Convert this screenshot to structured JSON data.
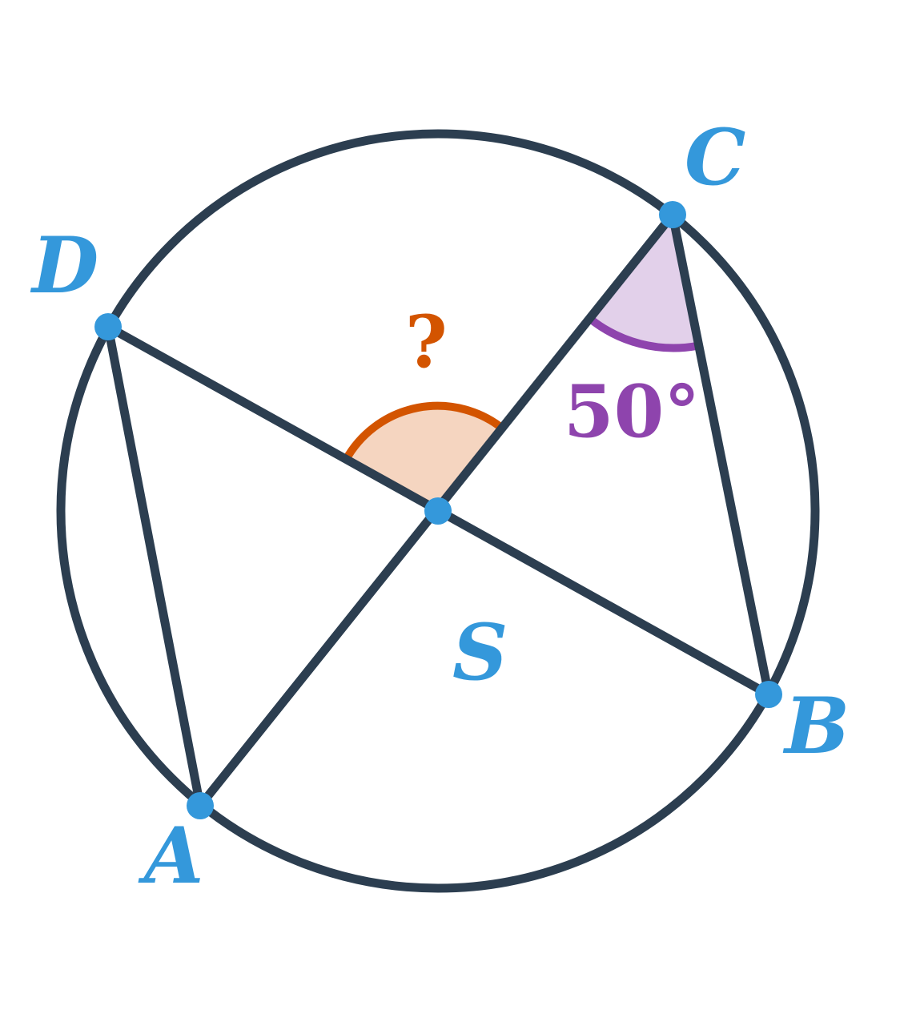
{
  "diagram": {
    "points": {
      "A": "A",
      "B": "B",
      "C": "C",
      "D": "D",
      "S": "S"
    },
    "known_angle": "50°",
    "unknown_angle": "?"
  },
  "colors": {
    "stroke": "#2c3e50",
    "point": "#3498db",
    "label": "#3498db",
    "known_angle_stroke": "#8e44ad",
    "known_angle_fill": "#e2d0ea",
    "unknown_angle_stroke": "#d35400",
    "unknown_angle_fill": "#f5d5c0"
  }
}
